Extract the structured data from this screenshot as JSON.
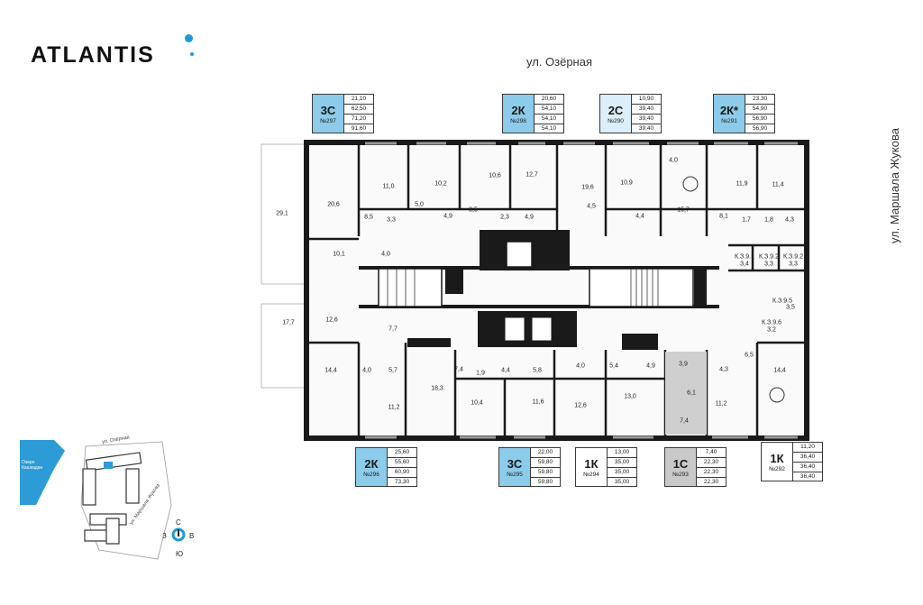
{
  "brand": {
    "name": "ATLANTIS",
    "accent": "#1e9ad6"
  },
  "streets": {
    "top": "ул. Озёрная",
    "right": "ул. Маршала Жукова"
  },
  "apartments_top": [
    {
      "code": "3С",
      "num": "№297",
      "values": [
        "21,10",
        "62,50",
        "71,20",
        "91,60"
      ],
      "color": "blue"
    },
    {
      "code": "2К",
      "num": "№298",
      "values": [
        "20,60",
        "54,10",
        "54,10",
        "54,10"
      ],
      "color": "blue"
    },
    {
      "code": "2С",
      "num": "№290",
      "values": [
        "10,90",
        "39,40",
        "39,40",
        "39,40"
      ],
      "color": "lblue"
    },
    {
      "code": "2К*",
      "num": "№291",
      "values": [
        "23,30",
        "54,90",
        "56,90",
        "56,90"
      ],
      "color": "blue"
    }
  ],
  "apartments_bottom": [
    {
      "code": "2К",
      "num": "№296",
      "values": [
        "25,60",
        "55,60",
        "60,90",
        "73,30"
      ],
      "color": "blue"
    },
    {
      "code": "3С",
      "num": "№295",
      "values": [
        "22,00",
        "59,80",
        "59,80",
        "59,80"
      ],
      "color": "blue"
    },
    {
      "code": "1К",
      "num": "№294",
      "values": [
        "13,00",
        "35,00",
        "35,00",
        "35,00"
      ],
      "color": "white"
    },
    {
      "code": "1С",
      "num": "№293",
      "values": [
        "7,40",
        "22,30",
        "22,30",
        "22,30"
      ],
      "color": "gray"
    },
    {
      "code": "1К",
      "num": "№292",
      "values": [
        "11,20",
        "36,40",
        "36,40",
        "36,40"
      ],
      "color": "white"
    }
  ],
  "rooms": [
    "29,1",
    "20,6",
    "8,5",
    "3,3",
    "11,0",
    "5,0",
    "10,2",
    "4,9",
    "8,5",
    "10,6",
    "12,7",
    "2,3",
    "4,9",
    "19,6",
    "4,5",
    "10,9",
    "4,4",
    "4,0",
    "15,7",
    "8,1",
    "11,9",
    "1,7",
    "1,8",
    "11,4",
    "4,3",
    "10,1",
    "4,0",
    "К.З.9.1",
    "3,4",
    "К.З.9.2",
    "3,3",
    "К.З.9.2",
    "3,3",
    "17,7",
    "12,6",
    "7,7",
    "К.З.9.5",
    "3,5",
    "К.З.9.6",
    "3,2",
    "14,4",
    "4,0",
    "5,7",
    "18,3",
    "7,4",
    "1,9",
    "4,4",
    "5,8",
    "4,0",
    "5,4",
    "4,9",
    "3,9",
    "4,3",
    "6,5",
    "14,4",
    "11,2",
    "10,4",
    "11,6",
    "12,6",
    "13,0",
    "6,1",
    "11,2",
    "7,4"
  ],
  "minimap": {
    "lake": "Озеро Кашкадан",
    "street_top": "ул. Озёрная",
    "street_side": "ул. Маршала Жукова"
  },
  "compass": {
    "n": "С",
    "s": "Ю",
    "w": "З",
    "e": "В"
  }
}
